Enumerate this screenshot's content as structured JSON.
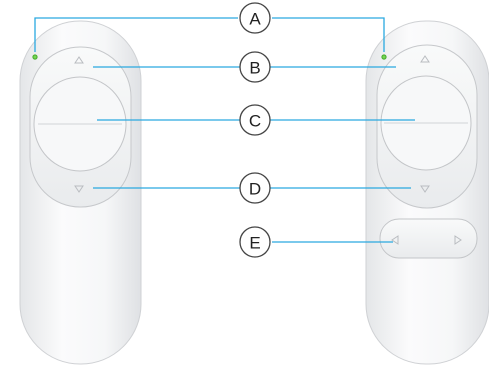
{
  "callouts": [
    {
      "letter": "A"
    },
    {
      "letter": "B"
    },
    {
      "letter": "C"
    },
    {
      "letter": "D"
    },
    {
      "letter": "E"
    }
  ],
  "colors": {
    "leader_line": "#2aa9e0",
    "indicator_light": "#5fc33c",
    "remote_body": "#f2f3f4",
    "remote_outline": "#c9cbce"
  }
}
